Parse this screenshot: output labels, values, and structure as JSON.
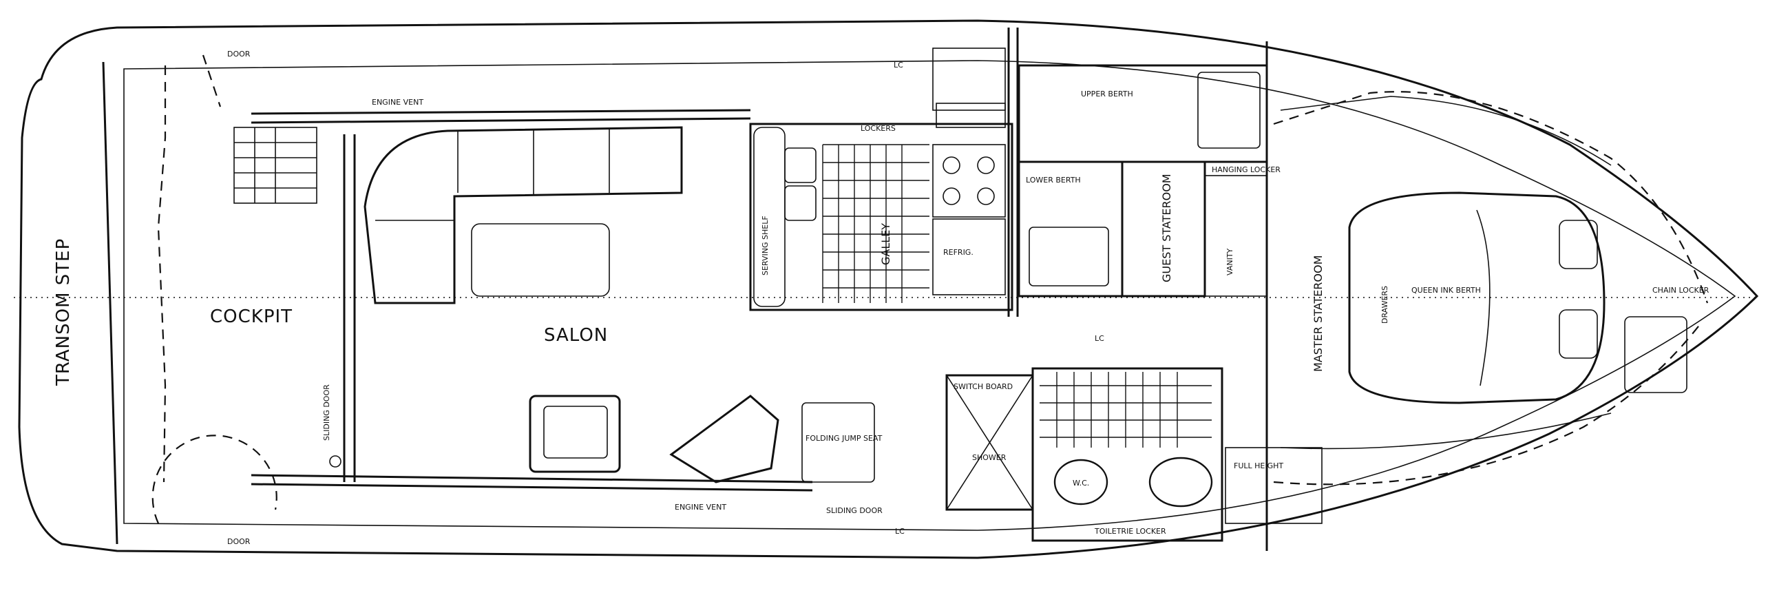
{
  "labels": {
    "transom_step": "TRANSOM STEP",
    "cockpit": "COCKPIT",
    "salon": "SALON",
    "galley": "GALLEY",
    "guest_stateroom": "GUEST STATEROOM",
    "master_stateroom": "MASTER STATEROOM",
    "sliding_door_left": "SLIDING DOOR",
    "sliding_door_bottom": "SLIDING DOOR",
    "engine_vent_top": "ENGINE VENT",
    "engine_vent_bottom": "ENGINE VENT",
    "door_top": "DOOR",
    "door_bottom": "DOOR",
    "lockers": "LOCKERS",
    "switch_board": "SWITCH BOARD",
    "shower": "SHOWER",
    "wc": "W.C.",
    "full_height": "FULL HEIGHT",
    "toilet_locker": "TOILETRIE LOCKER",
    "folding_jump_seat": "FOLDING JUMP SEAT",
    "upper_berth": "UPPER BERTH",
    "lower_berth": "LOWER BERTH",
    "queen_berth": "QUEEN INK BERTH",
    "hanging_locker": "HANGING LOCKER",
    "chain_locker": "CHAIN LOCKER",
    "drawers": "DRAWERS",
    "refrigerator": "REFRIG.",
    "vanity": "VANITY",
    "serving": "SERVING SHELF",
    "lc_top": "LC",
    "lc_mid": "LC",
    "lc_bottom": "LC"
  }
}
